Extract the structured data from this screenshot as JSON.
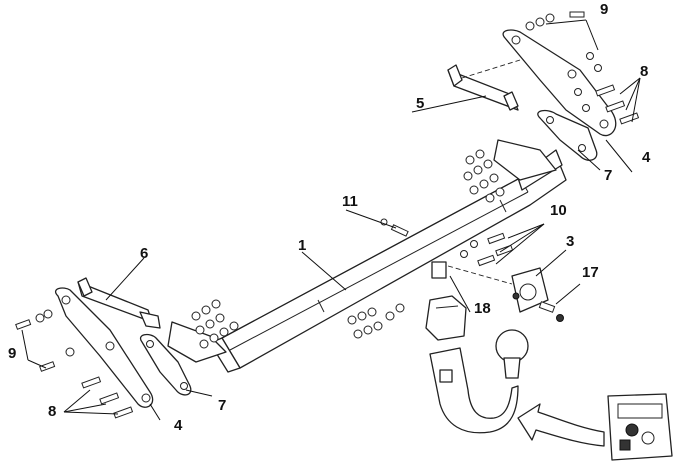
{
  "labels": {
    "l1": "1",
    "l3": "3",
    "l4a": "4",
    "l4b": "4",
    "l5": "5",
    "l6": "6",
    "l7a": "7",
    "l7b": "7",
    "l8a": "8",
    "l8b": "8",
    "l9a": "9",
    "l9b": "9",
    "l10": "10",
    "l11": "11",
    "l17": "17",
    "l18": "18"
  }
}
